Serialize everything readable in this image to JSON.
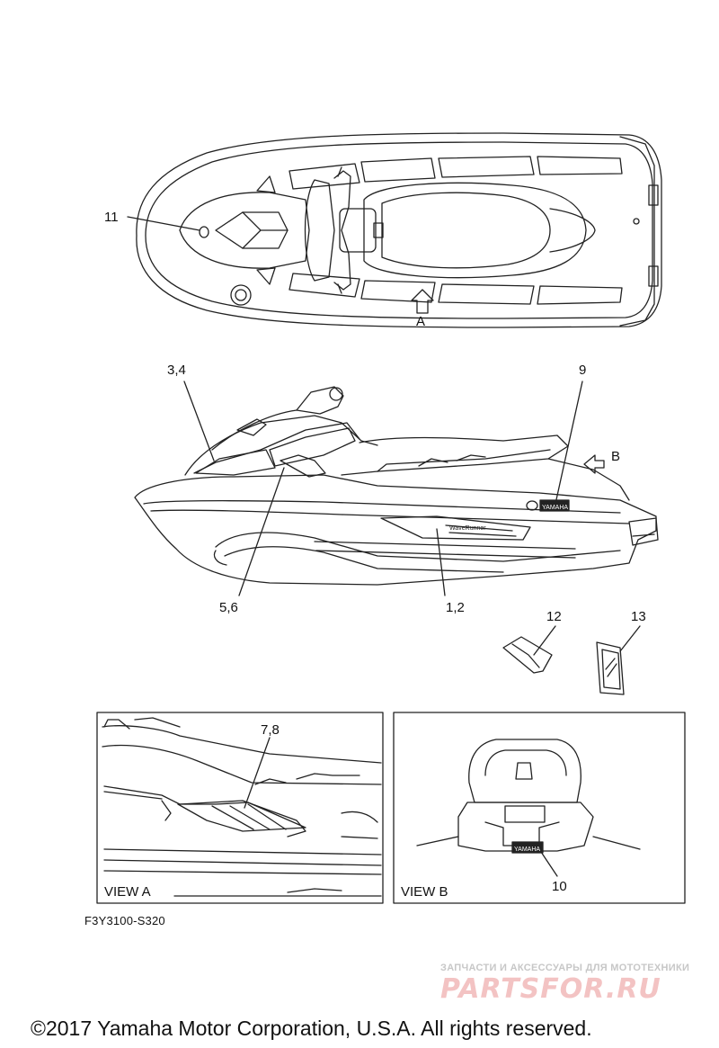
{
  "top_view": {
    "callout_11": "11",
    "arrow_a": "A"
  },
  "side_view": {
    "callout_34": "3,4",
    "callout_9": "9",
    "callout_b": "B",
    "callout_56": "5,6",
    "callout_12": "1,2",
    "hull_text": "WaveRunner",
    "badge_text": "YAMAHA"
  },
  "parts": {
    "callout_12": "12",
    "callout_13": "13"
  },
  "view_a": {
    "label": "VIEW A",
    "callout_78": "7,8"
  },
  "view_b": {
    "label": "VIEW B",
    "callout_10": "10",
    "plate_text": "YAMAHA"
  },
  "figure_code": "F3Y3100-S320",
  "watermark": {
    "tagline": "ЗАПЧАСТИ И АКСЕССУАРЫ ДЛЯ МОТОТЕХНИКИ",
    "logo": "PARTSFOR.RU"
  },
  "copyright": "©2017 Yamaha Motor Corporation, U.S.A. All rights reserved."
}
